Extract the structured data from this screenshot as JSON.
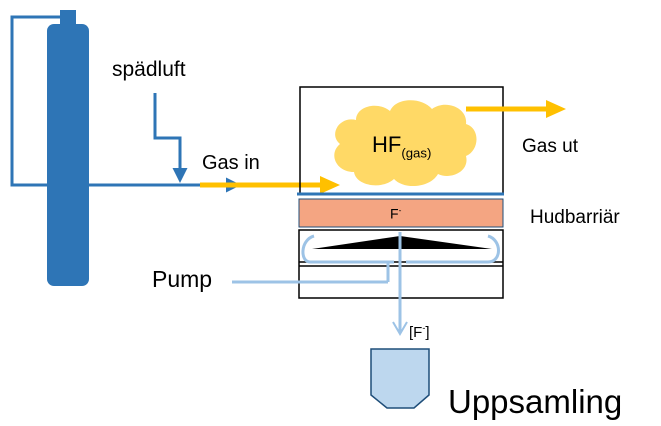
{
  "labels": {
    "spadluft": "spädluft",
    "gas_in": "Gas in",
    "gas_ut": "Gas ut",
    "hf_main": "HF",
    "hf_sub": "(gas)",
    "fluoride_base": "F",
    "fluoride_sup": "-",
    "hudbarriar": "Hudbarriär",
    "pump": "Pump",
    "conc_open": "[F",
    "conc_sup": "-",
    "conc_close": "]",
    "uppsamling": "Uppsamling"
  },
  "colors": {
    "gas_line": "#2e75b6",
    "cylinder": "#2e75b6",
    "gas_arrow": "#ffc000",
    "cloud": "#ffd966",
    "skin_barrier": "#f4a582",
    "membrane": "#2e75b6",
    "pump_flow": "#9dc3e6",
    "collection_vessel": "#bdd7ee"
  },
  "icons": {
    "cylinder": "gas-cylinder-icon",
    "cloud": "cloud-shape",
    "vessel": "collection-vessel-icon"
  }
}
